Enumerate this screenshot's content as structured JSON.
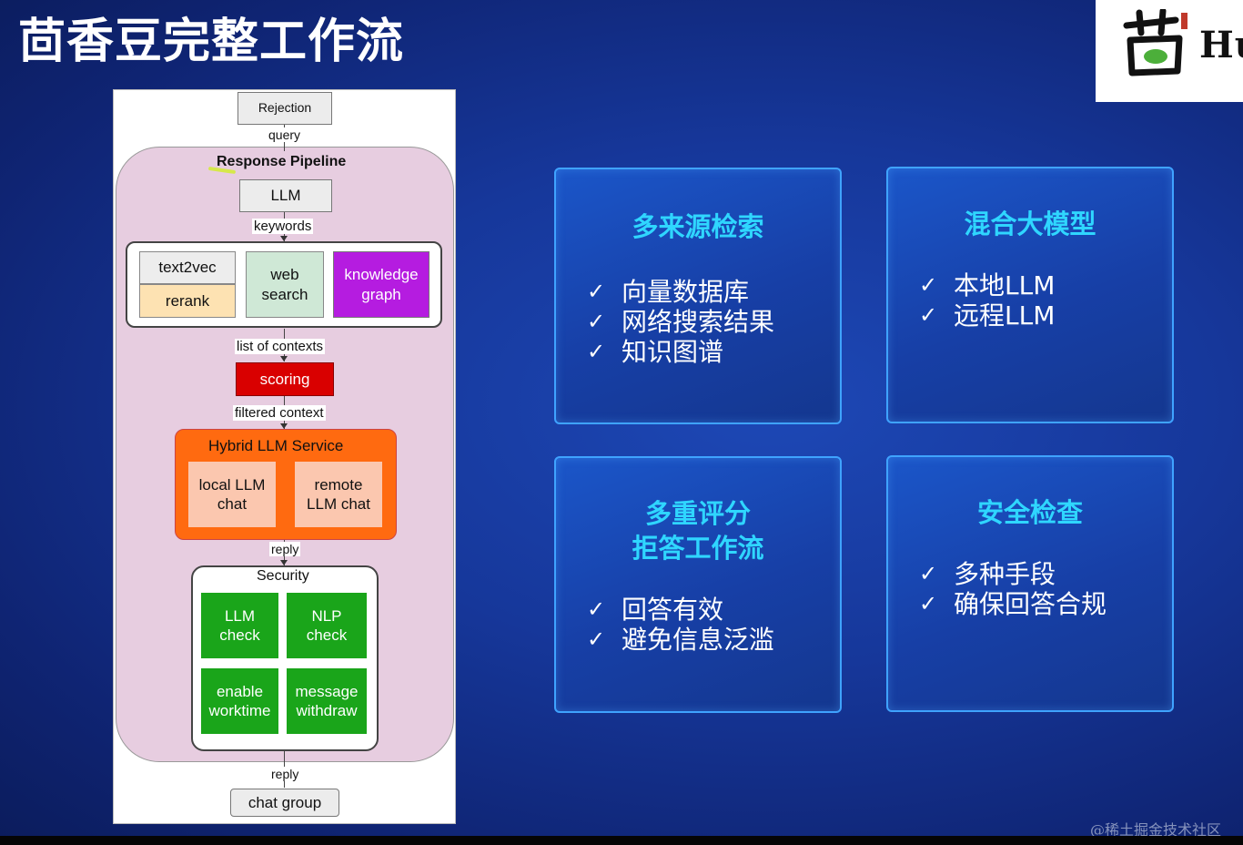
{
  "slide": {
    "title": "茴香豆完整工作流"
  },
  "logo": {
    "text": "Hu"
  },
  "watermark": "@稀土掘金技术社区",
  "diagram": {
    "rejection": "Rejection",
    "edge_query": "query",
    "pipeline_title": "Response Pipeline",
    "llm": "LLM",
    "edge_keywords": "keywords",
    "text2vec": "text2vec",
    "rerank": "rerank",
    "web_search": [
      "web",
      "search"
    ],
    "knowledge_graph": [
      "knowledge",
      "graph"
    ],
    "edge_list_of_contexts": "list of contexts",
    "scoring": "scoring",
    "edge_filtered_context": "filtered context",
    "hybrid_title": "Hybrid LLM Service",
    "local_llm_chat": [
      "local LLM",
      "chat"
    ],
    "remote_llm_chat": [
      "remote",
      "LLM chat"
    ],
    "edge_reply_1": "reply",
    "security_title": "Security",
    "llm_check": [
      "LLM",
      "check"
    ],
    "nlp_check": [
      "NLP",
      "check"
    ],
    "enable_worktime": [
      "enable",
      "worktime"
    ],
    "message_withdraw": [
      "message",
      "withdraw"
    ],
    "edge_reply_2": "reply",
    "chat_group": "chat group",
    "colors": {
      "pipeline": "#e7cde0",
      "web_search": "#cfe8d6",
      "knowledge_graph": "#b51ce0",
      "rerank": "#fde2b2",
      "scoring": "#d90000",
      "hybrid": "#ff6a10",
      "hybrid_inner": "#fbc7af",
      "security_boxes": "#1aa51a"
    }
  },
  "cards": [
    {
      "title": "多来源检索",
      "items": [
        "向量数据库",
        "网络搜索结果",
        "知识图谱"
      ]
    },
    {
      "title": "混合大模型",
      "items": [
        "本地LLM",
        "远程LLM"
      ]
    },
    {
      "title": "多重评分\n拒答工作流",
      "items": [
        "回答有效",
        "避免信息泛滥"
      ]
    },
    {
      "title": "安全检查",
      "items": [
        "多种手段",
        "确保回答合规"
      ]
    }
  ],
  "icons": {
    "check": "✓",
    "logo": "fennel-logo-icon"
  },
  "theme": {
    "background": "#16379a",
    "card_border": "#3fa3ff",
    "card_title": "#2fd6ff"
  }
}
